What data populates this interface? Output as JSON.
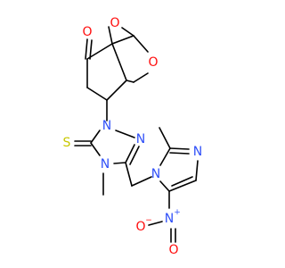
{
  "atom_labels": {
    "o_bridge": "O",
    "o_ring": "O",
    "o_ketone": "O",
    "s_thione": "S",
    "n_triazole_1": "N",
    "n_triazole_2": "N",
    "n_triazole_4": "N",
    "n_imidazole_1": "N",
    "n_imidazole_3": "N",
    "n_nitro": "N",
    "o_nitro_1": "O",
    "o_nitro_2": "O"
  },
  "charges": {
    "n_nitro": "+",
    "o_nitro_1": "−"
  },
  "colors": {
    "carbon_bond": "#000000",
    "oxygen": "#ff0d0d",
    "nitrogen": "#3050f8",
    "sulfur": "#c8c800"
  }
}
